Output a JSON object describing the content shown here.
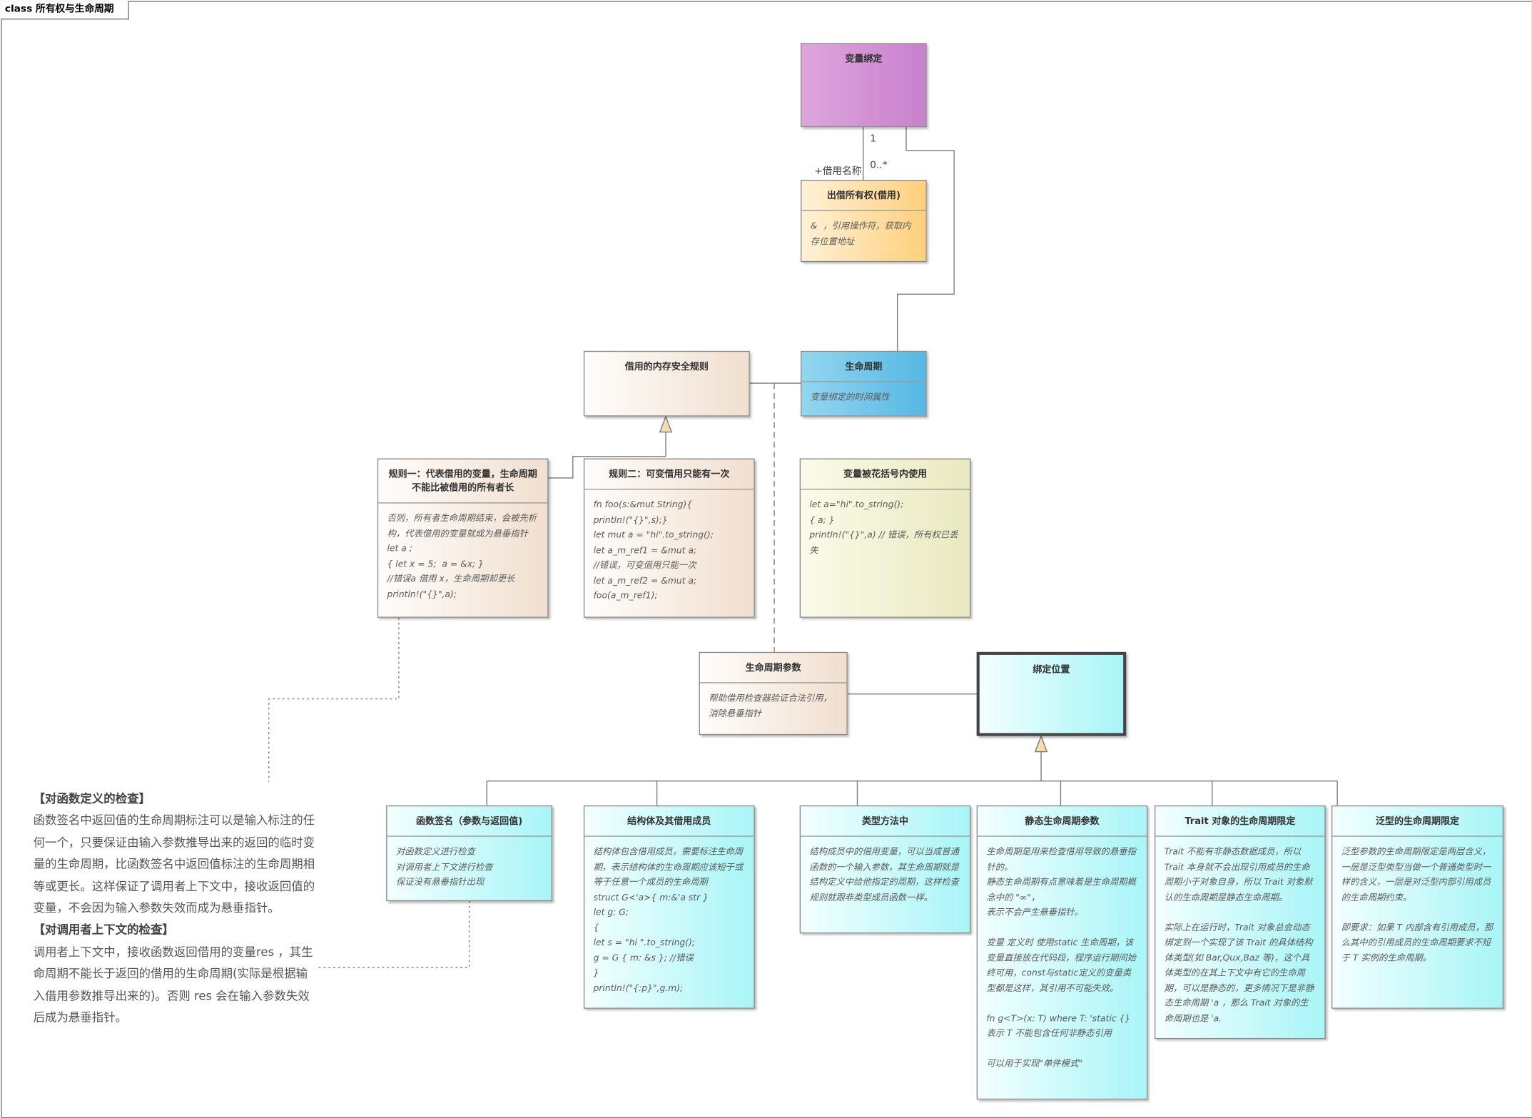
{
  "frame": {
    "title": "class 所有权与生命周期"
  },
  "labels": {
    "role": "+借用名称",
    "mult_one": "1",
    "mult_many": "0..*"
  },
  "nodes": {
    "var_binding": {
      "title": "变量绑定"
    },
    "borrow": {
      "title": "出借所有权(借用)",
      "body": "&  ，引用操作符，获取内存位置地址"
    },
    "lifetime": {
      "title": "生命周期",
      "body": "变量绑定的时间属性"
    },
    "safety_rules": {
      "title": "借用的内存安全规则"
    },
    "rule1": {
      "title": "规则一：代表借用的变量，生命周期不能比被借用的所有者长",
      "body": "否则，所有者生命周期结束，会被先析构，代表借用的变量就成为悬垂指针\nlet a ;\n{ let x = 5;  a = &x; }\n//错误a 借用 x，生命周期却更长\nprintln!(\"{}\",a);"
    },
    "rule2": {
      "title": "规则二：可变借用只能有一次",
      "body": "fn foo(s:&mut String){\nprintln!(\"{}\",s);}\nlet mut a = \"hi\".to_string();\nlet a_m_ref1 = &mut a;\n//错误，可变借用只能一次\nlet a_m_ref2 = &mut a;\nfoo(a_m_ref1);"
    },
    "brace_use": {
      "title": "变量被花括号内使用",
      "body": "let a=\"hi\".to_string();\n{ a; }\nprintln!(\"{}\",a) // 错误，所有权已丢失"
    },
    "lifetime_param": {
      "title": "生命周期参数",
      "body": "帮助借用检查器验证合法引用，消除悬垂指针"
    },
    "binding_pos": {
      "title": "绑定位置"
    },
    "fn_sig": {
      "title": "函数签名（参数与返回值)",
      "body": "对函数定义进行检查\n对调用者上下文进行检查\n保证没有悬垂指针出现"
    },
    "struct_member": {
      "title": "结构体及其借用成员",
      "body": "结构体包含借用成员，需要标注生命周期，表示结构体的生命周期应该短于或等于任意一个成员的生命周期\nstruct G<'a>{ m:&'a str }\nlet g: G;\n{\nlet s = \"hi \".to_string();\ng = G { m: &s }; //错误\n}\nprintln!(\"{:p}\",g.m);"
    },
    "type_method": {
      "title": "类型方法中",
      "body": "结构成员中的借用变量，可以当成普通函数的一个输入参数，其生命周期就是结构定义中给他指定的周期，这样检查规则就跟非类型成员函数一样。"
    },
    "static_lifetime": {
      "title": "静态生命周期参数",
      "body": "生命周期是用来检查借用导致的悬垂指针的。\n静态生命周期有点意味着是生命周期概念中的 \"∞\"，\n表示不会产生悬垂指针。\n\n变量 定义时 使用static 生命周期，该变量直接放在代码段，程序运行期间始终可用，const与static定义的变量类型都是这样，其引用不可能失效。\n\nfn g<T>(x: T) where T: 'static {}\n表示 T 不能包含任何非静态引用\n\n可以用于实现\"单件模式\""
    },
    "trait_obj": {
      "title": "Trait 对象的生命周期限定",
      "body": "Trait 不能有非静态数据成员，所以Trait 本身就不会出现引用成员的生命周期小于对象自身，所以 Trait 对象默认的生命周期是静态生命周期。\n\n实际上在运行时，Trait 对象总会动态绑定到一个实现了该 Trait 的具体结构体类型(如 Bar,Qux,Baz 等)，这个具体类型的在其上下文中有它的生命周期，可以是静态的，更多情况下是非静态生命周期 'a ，那么 Trait 对象的生命周期也是 'a."
    },
    "generic": {
      "title": "泛型的生命周期限定",
      "body": "泛型参数的生命周期限定是两层含义，一层是泛型类型当做一个普通类型时一样的含义，一层是对泛型内部引用成员的生命周期约束。\n\n即要求：如果 T 内部含有引用成员，那么其中的引用成员的生命周期要求不短于 T 实例的生命周期。"
    }
  },
  "note": {
    "heading1": "【对函数定义的检查】",
    "text1": "函数签名中返回值的生命周期标注可以是输入标注的任何一个，只要保证由输入参数推导出来的返回的临时变量的生命周期，比函数签名中返回值标注的生命周期相等或更长。这样保证了调用者上下文中，接收返回值的变量，不会因为输入参数失效而成为悬垂指针。",
    "heading2": "【对调用者上下文的检查】",
    "text2": "调用者上下文中，接收函数返回借用的变量res ，其生命周期不能长于返回的借用的生命周期(实际是根据输入借用参数推导出来的)。否则 res 会在输入参数失效后成为悬垂指针。"
  }
}
